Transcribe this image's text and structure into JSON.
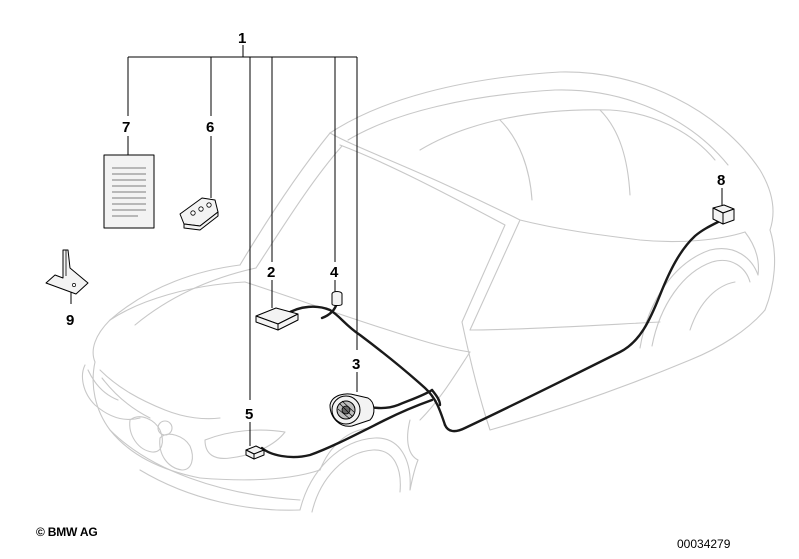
{
  "callouts": {
    "c1": "1",
    "c2": "2",
    "c3": "3",
    "c4": "4",
    "c5": "5",
    "c6": "6",
    "c7": "7",
    "c8": "8",
    "c9": "9"
  },
  "footer": {
    "copyright": "© BMW AG",
    "document_number": "00034279"
  }
}
